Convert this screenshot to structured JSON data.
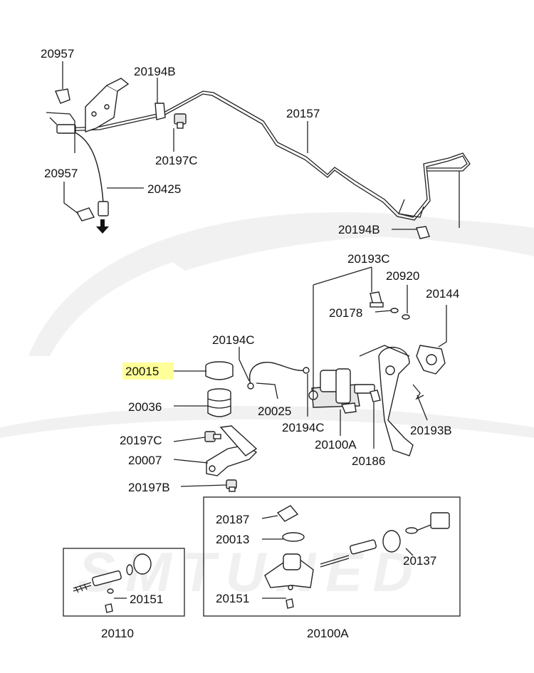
{
  "diagram": {
    "highlight_color": "#ffff99",
    "watermark_text": "SMTUNED",
    "labels": {
      "p20957_top": "20957",
      "p20194B_top": "20194B",
      "p20157": "20157",
      "p20197C_top": "20197C",
      "p20957_mid": "20957",
      "p20425": "20425",
      "p20194B_right": "20194B",
      "p20193C": "20193C",
      "p20920": "20920",
      "p20144": "20144",
      "p20178": "20178",
      "p20194C_top": "20194C",
      "p20015": "20015",
      "p20036": "20036",
      "p20025": "20025",
      "p20194C_mid": "20194C",
      "p20100A_mid": "20100A",
      "p20186": "20186",
      "p20193B": "20193B",
      "p20197C_mid": "20197C",
      "p20007": "20007",
      "p20197B": "20197B",
      "p20187": "20187",
      "p20013": "20013",
      "p20137": "20137",
      "p20151_left": "20151",
      "p20151_right": "20151",
      "p20110": "20110",
      "p20100A_bottom": "20100A"
    }
  }
}
